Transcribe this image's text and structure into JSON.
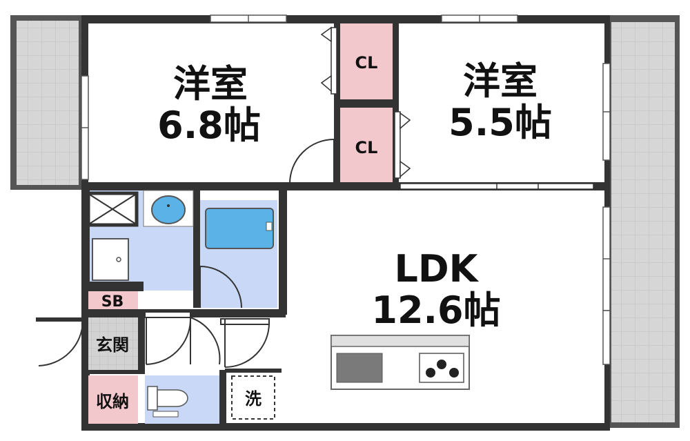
{
  "rooms": {
    "western_room_1": {
      "name": "洋室",
      "size": "6.8帖"
    },
    "western_room_2": {
      "name": "洋室",
      "size": "5.5帖"
    },
    "ldk": {
      "name": "LDK",
      "size": "12.6帖"
    }
  },
  "labels": {
    "closet_1": "CL",
    "closet_2": "CL",
    "shoe_box": "SB",
    "entrance": "玄関",
    "storage": "収納",
    "laundry": "洗"
  },
  "colors": {
    "wall": "#333333",
    "closet": "#f3c8cc",
    "wet_area": "#c8d8f6",
    "balcony": "#d6d6d6",
    "entrance": "#d2d2d2",
    "bathtub": "#5ab2e6"
  }
}
